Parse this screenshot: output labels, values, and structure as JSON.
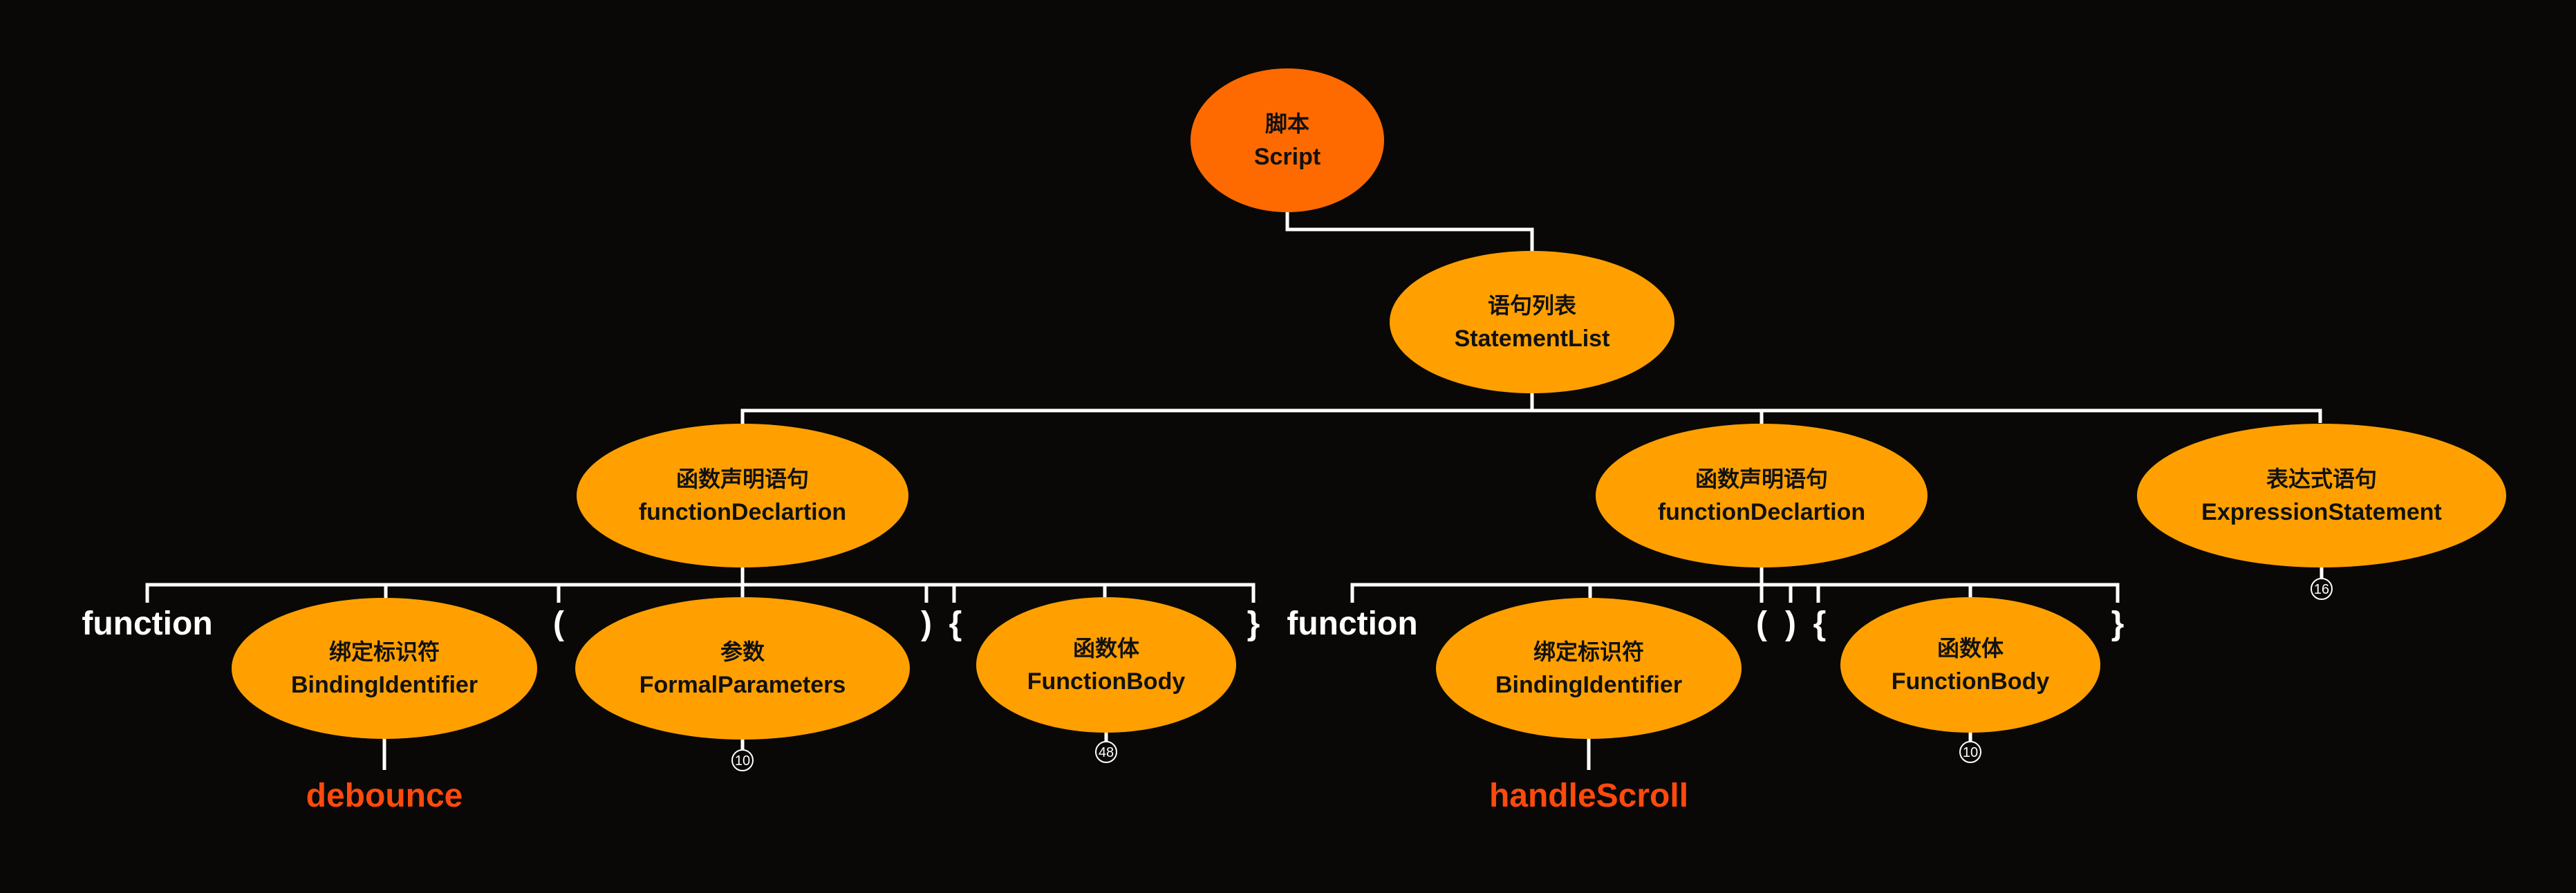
{
  "colors": {
    "root": "#ff6a00",
    "node": "#ffa000",
    "identifier": "#ff4a0d",
    "edge": "#ffffff",
    "background": "#0a0806"
  },
  "nodes": {
    "script": {
      "zh": "脚本",
      "en": "Script"
    },
    "statement_list": {
      "zh": "语句列表",
      "en": "StatementList"
    },
    "func_decl_1": {
      "zh": "函数声明语句",
      "en": "functionDeclartion"
    },
    "func_decl_2": {
      "zh": "函数声明语句",
      "en": "functionDeclartion"
    },
    "expr_stmt": {
      "zh": "表达式语句",
      "en": "ExpressionStatement",
      "count": "16"
    },
    "binding_id_1": {
      "zh": "绑定标识符",
      "en": "BindingIdentifier"
    },
    "formal_params_1": {
      "zh": "参数",
      "en": "FormalParameters",
      "count": "10"
    },
    "func_body_1": {
      "zh": "函数体",
      "en": "FunctionBody",
      "count": "48"
    },
    "binding_id_2": {
      "zh": "绑定标识符",
      "en": "BindingIdentifier"
    },
    "func_body_2": {
      "zh": "函数体",
      "en": "FunctionBody",
      "count": "10"
    }
  },
  "tokens": {
    "function_1": "function",
    "lparen_1": "(",
    "rparen_1": ")",
    "lbrace_1": "{",
    "rbrace_1": "}",
    "function_2": "function",
    "lparen_2": "(",
    "rparen_2": ")",
    "lbrace_2": "{",
    "rbrace_2": "}"
  },
  "identifiers": {
    "debounce": "debounce",
    "handle_scroll": "handleScroll"
  }
}
